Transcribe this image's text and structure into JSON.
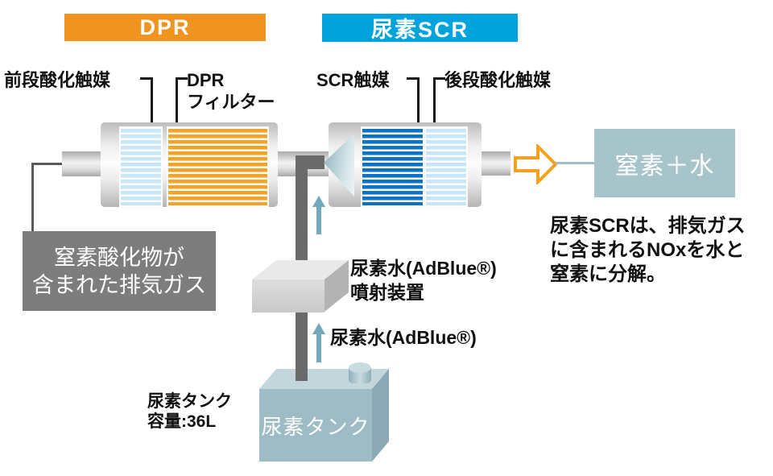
{
  "colors": {
    "dpr_orange": "#F0941F",
    "scr_blue": "#00A3DC",
    "stripe_orange": "#F3A327",
    "stripe_lightblue": "#C9E6F8",
    "stripe_darkblue": "#0D72C4",
    "exhaust_box_gray": "#7D7D7D",
    "output_box_teal": "#A7C4CB",
    "pipe_dark": "#6A6A6A",
    "arrow_teal": "#72A9BC",
    "arrow_orange": "#F5A01E",
    "output_line_blue": "#9DBECC",
    "leader_line_black": "#1A1A1A",
    "cone_teal": "#8FB3BE"
  },
  "headers": {
    "dpr": "DPR",
    "urea_scr": "尿素SCR"
  },
  "component_labels": {
    "front_oxidation_catalyst": "前段酸化触媒",
    "dpr_filter_line1": "DPR",
    "dpr_filter_line2": "フィルター",
    "scr_catalyst": "SCR触媒",
    "rear_oxidation_catalyst": "後段酸化触媒"
  },
  "exhaust_box": {
    "line1": "窒素酸化物が",
    "line2": "含まれた排気ガス"
  },
  "output_box": {
    "label": "窒素＋水"
  },
  "scr_note": {
    "line1": "尿素SCRは、排気ガス",
    "line2": "に含まれるNOxを水と",
    "line3": "窒素に分解。"
  },
  "injector": {
    "line1": "尿素水(AdBlue®)",
    "line2": "噴射装置"
  },
  "urea_flow": {
    "label": "尿素水(AdBlue®)"
  },
  "tank": {
    "face_label": "尿素タンク",
    "capacity_line1": "尿素タンク",
    "capacity_line2": "容量:36L"
  }
}
